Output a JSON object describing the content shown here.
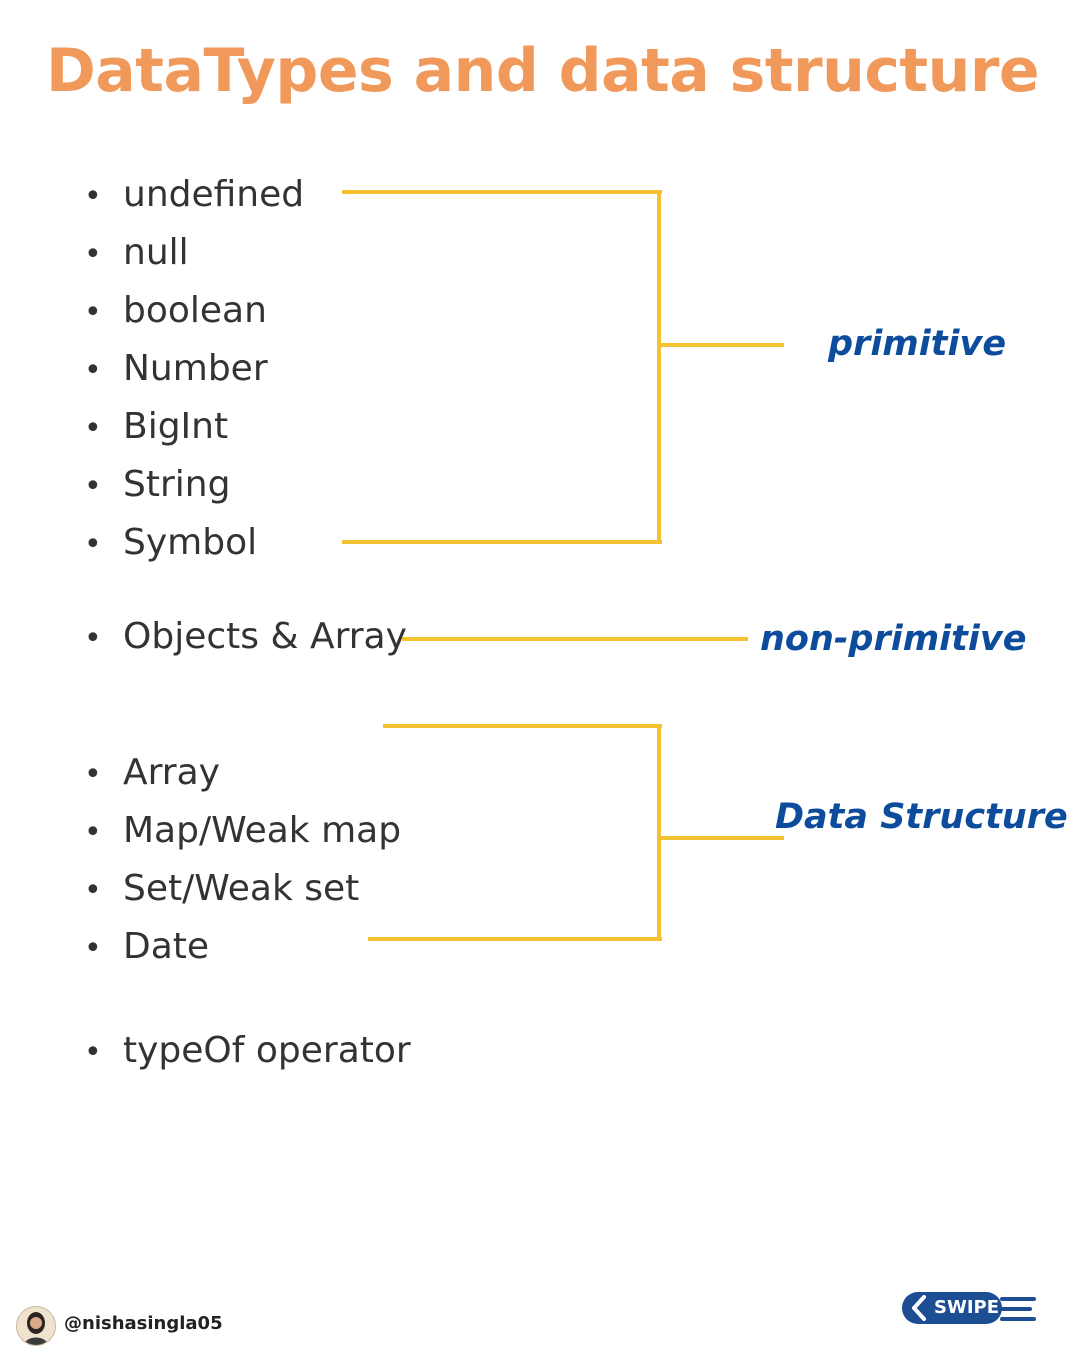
{
  "title": "DataTypes and data structure",
  "colors": {
    "title": "#F0995A",
    "text": "#333333",
    "label": "#0D4C9C",
    "connector": "#F2C230",
    "swipe": "#1D4E94"
  },
  "bullet": "•",
  "primitive": {
    "items": [
      "undefined",
      "null",
      "boolean",
      "Number",
      "BigInt",
      "String",
      "Symbol"
    ],
    "label": "primitive"
  },
  "non_primitive": {
    "items": [
      "Objects & Array"
    ],
    "label": "non-primitive"
  },
  "data_structure": {
    "items": [
      "Array",
      "Map/Weak map",
      "Set/Weak set",
      "Date"
    ],
    "label": "Data Structure"
  },
  "extra": {
    "items": [
      "typeOf operator"
    ]
  },
  "footer": {
    "handle": "@nishasingla05",
    "avatar_icon": "profile-avatar",
    "swipe_label": "SWIPE",
    "swipe_icon": "chevron-left-icon"
  }
}
